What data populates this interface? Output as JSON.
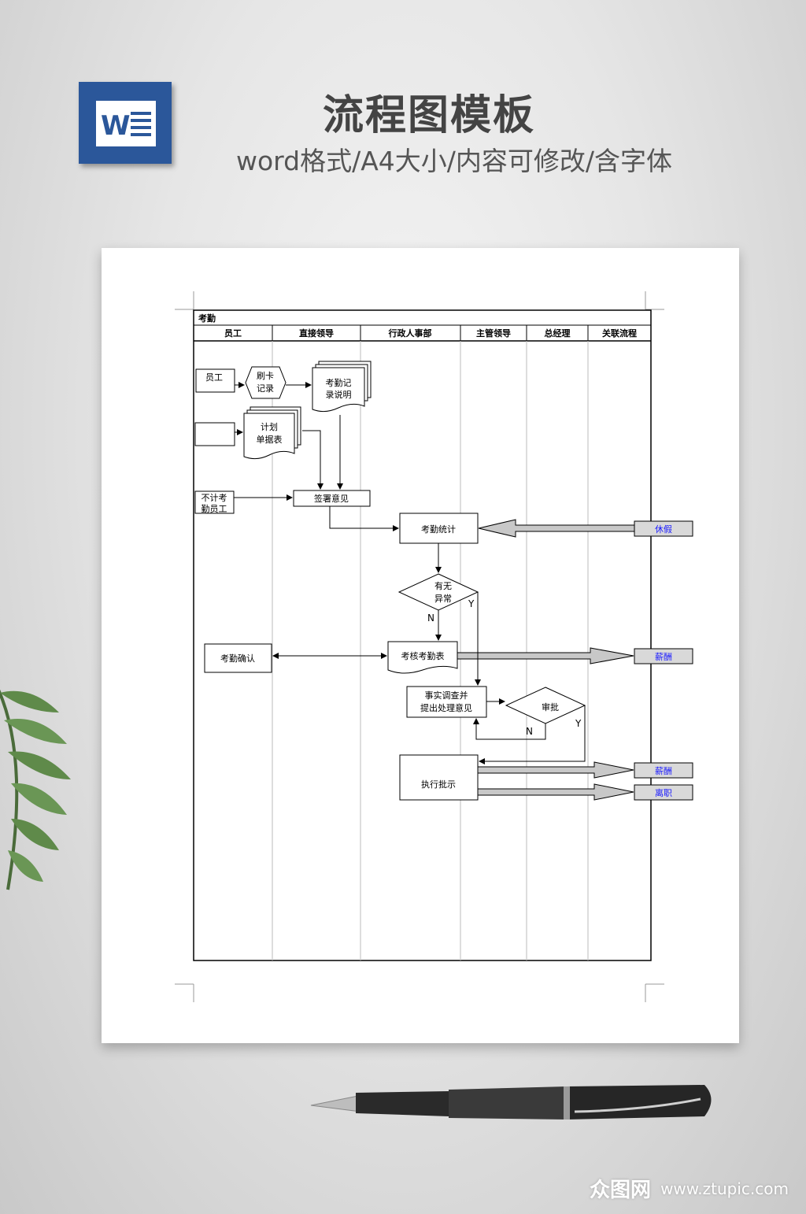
{
  "header": {
    "title": "流程图模板",
    "subtitle": "word格式/A4大小/内容可修改/含字体",
    "icon_letter": "W"
  },
  "diagram": {
    "heading": "考勤",
    "lanes": [
      "员工",
      "直接领导",
      "行政人事部",
      "主管领导",
      "总经理",
      "关联流程"
    ],
    "nodes": {
      "employee": "员工",
      "card_line1": "刷卡",
      "card_line2": "记录",
      "att_doc_line1": "考勤记",
      "att_doc_line2": "录说明",
      "empty_box": "",
      "plan_line1": "计划",
      "plan_line2": "单据表",
      "nocount_line1": "不计考",
      "nocount_line2": "勤员工",
      "sign": "签署意见",
      "stat": "考勤统计",
      "abn_line1": "有无",
      "abn_line2": "异常",
      "confirm": "考勤确认",
      "review": "考核考勤表",
      "investigate_line1": "事实调查并",
      "investigate_line2": "提出处理意见",
      "approve": "审批",
      "execute": "执行批示",
      "leave": "休假",
      "salary1": "薪酬",
      "salary2": "薪酬",
      "resign": "离职",
      "label_y1": "Y",
      "label_n1": "N",
      "label_n2": "N",
      "label_y2": "Y"
    }
  },
  "watermark": {
    "logo": "众图网",
    "url": "www.ztupic.com"
  },
  "colors": {
    "word_blue": "#2b579a",
    "link_blue": "#1a1aff",
    "arrow_fill": "#c8c8c8",
    "ref_box_fill": "#d9d9d9"
  }
}
